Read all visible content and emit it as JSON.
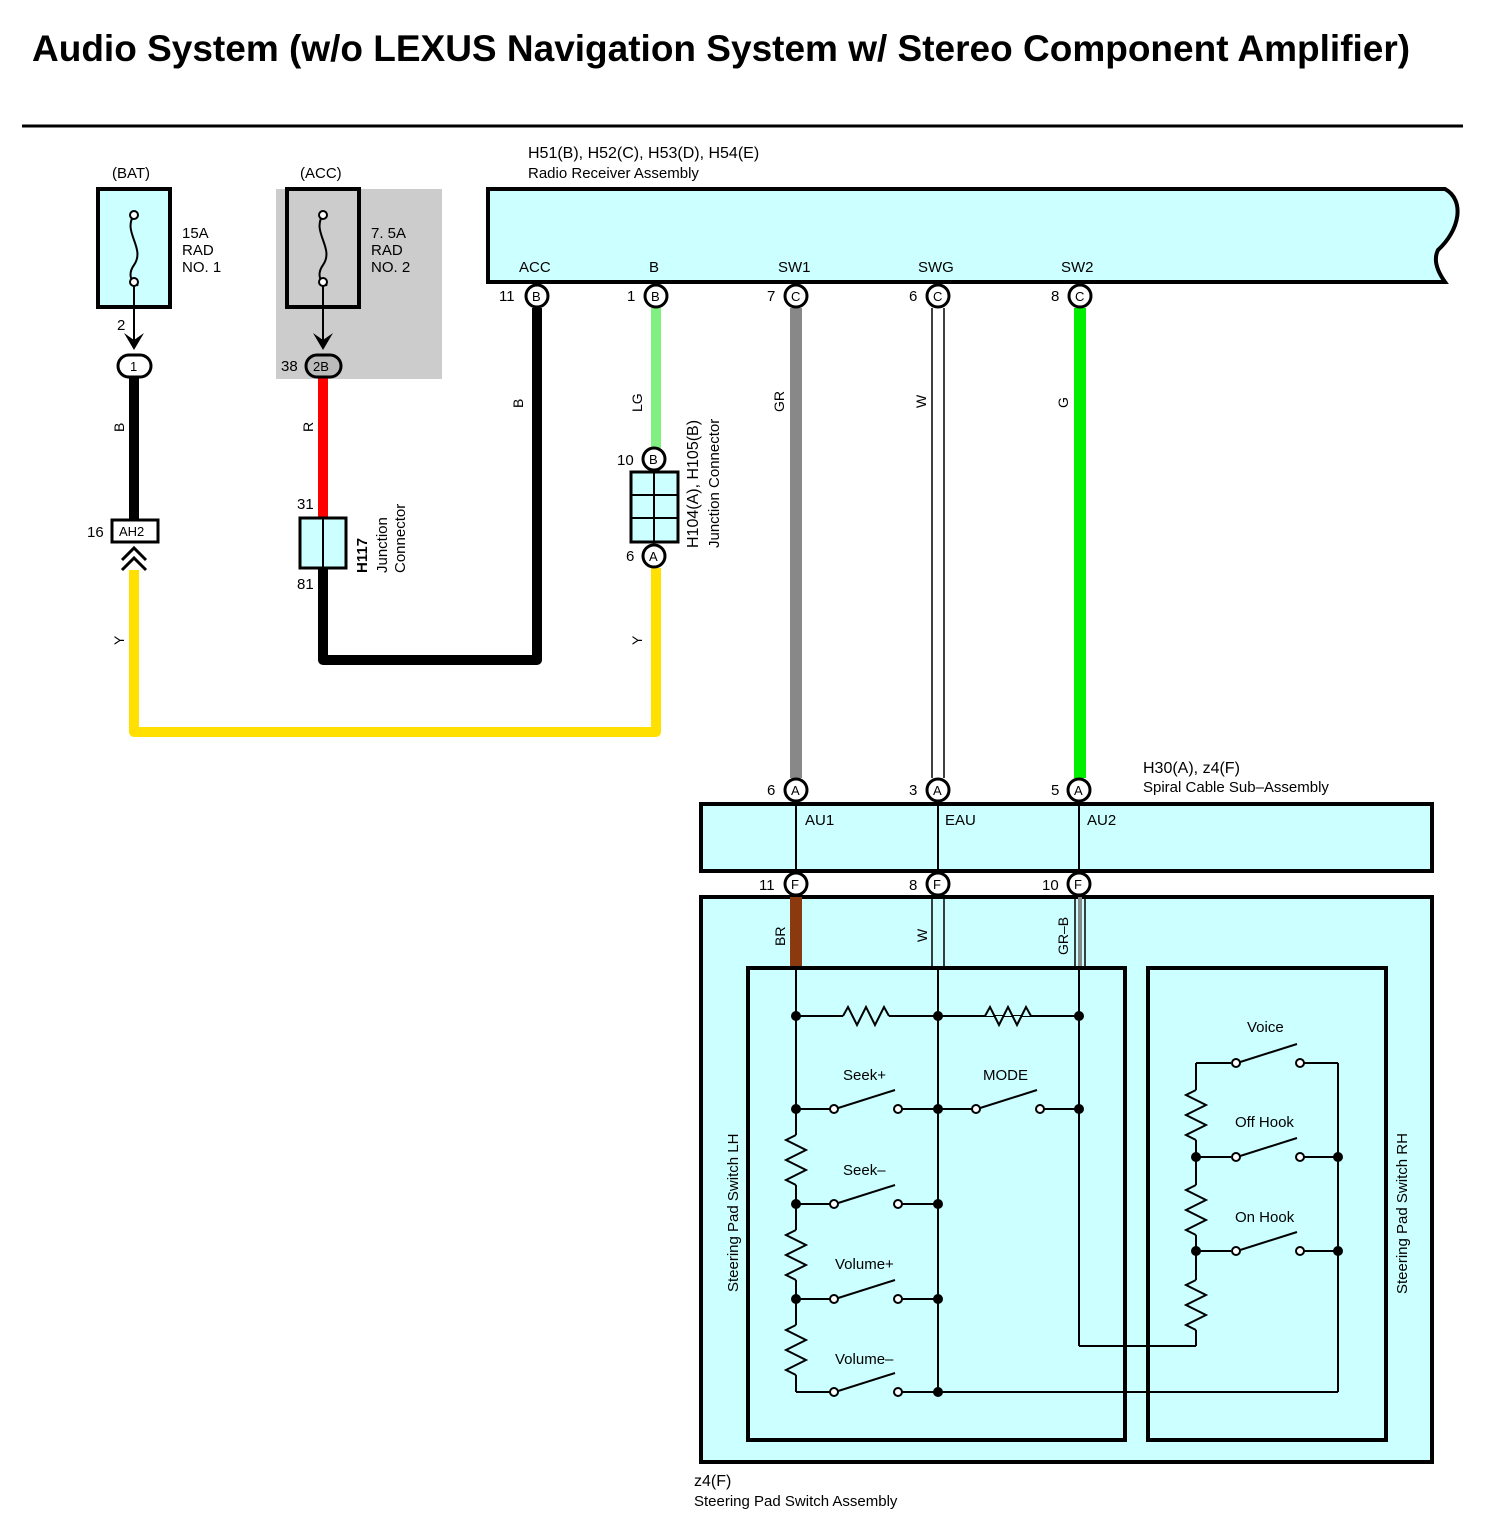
{
  "title": "Audio System (w/o LEXUS Navigation System w/ Stereo Component Amplifier)",
  "fuses": [
    {
      "source": "(BAT)",
      "rating": "15A",
      "name_l1": "RAD",
      "name_l2": "NO. 1",
      "pin": "2"
    },
    {
      "source": "(ACC)",
      "rating": "7. 5A",
      "name_l1": "RAD",
      "name_l2": "NO. 2"
    }
  ],
  "connectors": {
    "c1": {
      "label": "1"
    },
    "c2b": {
      "pin": "38",
      "label": "2B"
    },
    "ah2": {
      "pin": "16",
      "label": "AH2"
    }
  },
  "radio": {
    "code": "H51(B), H52(C), H53(D), H54(E)",
    "name": "Radio Receiver Assembly",
    "terminals": [
      {
        "name": "ACC",
        "pin": "11",
        "conn": "B"
      },
      {
        "name": "B",
        "pin": "1",
        "conn": "B"
      },
      {
        "name": "SW1",
        "pin": "7",
        "conn": "C"
      },
      {
        "name": "SWG",
        "pin": "6",
        "conn": "C"
      },
      {
        "name": "SW2",
        "pin": "8",
        "conn": "C"
      }
    ]
  },
  "wires": {
    "bat_b": "B",
    "acc_r": "R",
    "radio_acc_b": "B",
    "radio_b_lg": "LG",
    "sw1_gr": "GR",
    "swg_w": "W",
    "sw2_g": "G",
    "ah2_y": "Y",
    "jc_y": "Y",
    "br": "BR",
    "w2": "W",
    "grb": "GR–B"
  },
  "jc_h117": {
    "code": "H117",
    "name_l1": "Junction",
    "name_l2": "Connector",
    "pin_top": "31",
    "pin_bottom": "81"
  },
  "jc_h104": {
    "code": "H104(A), H105(B)",
    "name": "Junction Connector",
    "pin_top": "10",
    "conn_top": "B",
    "pin_bottom": "6",
    "conn_bottom": "A"
  },
  "spiral": {
    "code": "H30(A), z4(F)",
    "name": "Spiral Cable Sub–Assembly",
    "terminals": [
      {
        "name": "AU1",
        "pin_top": "6",
        "conn_top": "A",
        "pin_bottom": "11",
        "conn_bottom": "F"
      },
      {
        "name": "EAU",
        "pin_top": "3",
        "conn_top": "A",
        "pin_bottom": "8",
        "conn_bottom": "F"
      },
      {
        "name": "AU2",
        "pin_top": "5",
        "conn_top": "A",
        "pin_bottom": "10",
        "conn_bottom": "F"
      }
    ]
  },
  "steering": {
    "code": "z4(F)",
    "name": "Steering Pad Switch Assembly",
    "lh": "Steering Pad Switch LH",
    "rh": "Steering Pad Switch RH",
    "switches_lh": [
      "Seek+",
      "MODE",
      "Seek–",
      "Volume+",
      "Volume–"
    ],
    "switches_rh": [
      "Voice",
      "Off Hook",
      "On Hook"
    ]
  },
  "colors": {
    "box_fill": "#ccffff",
    "fuse_shade": "#cccccc",
    "wire_black": "#000000",
    "wire_red": "#ff0000",
    "wire_lightgreen": "#80f080",
    "wire_gray": "#888888",
    "wire_green": "#00ee00",
    "wire_yellow": "#ffe000",
    "wire_brown": "#8b3a0f"
  }
}
